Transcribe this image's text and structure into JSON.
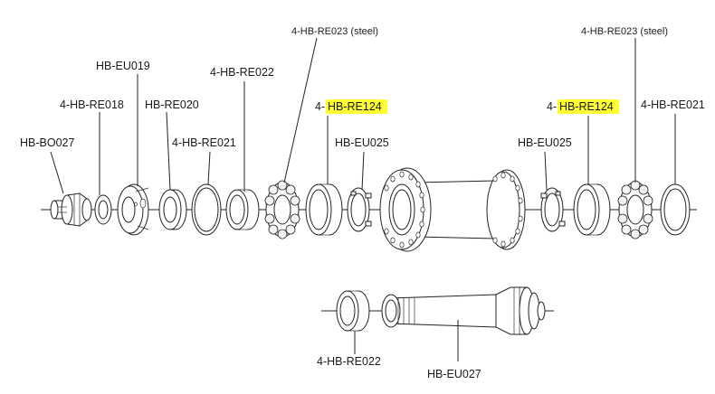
{
  "labels": {
    "hb_bo027": "HB-BO027",
    "re018": "4-HB-RE018",
    "eu019": "HB-EU019",
    "re020": "HB-RE020",
    "re021_left": "4-HB-RE021",
    "re022_top": "4-HB-RE022",
    "re023_left": "4-HB-RE023 (steel)",
    "re124_left_prefix": "4-",
    "re124_left_code": "HB-RE124",
    "eu025_left": "HB-EU025",
    "eu025_right": "HB-EU025",
    "re124_right_prefix": "4-",
    "re124_right_code": "HB-RE124",
    "re023_right": "4-HB-RE023 (steel)",
    "re021_right": "4-HB-RE021",
    "re022_bottom": "4-HB-RE022",
    "eu027": "HB-EU027"
  },
  "colors": {
    "highlight": "#ffff33",
    "line": "#222222"
  }
}
